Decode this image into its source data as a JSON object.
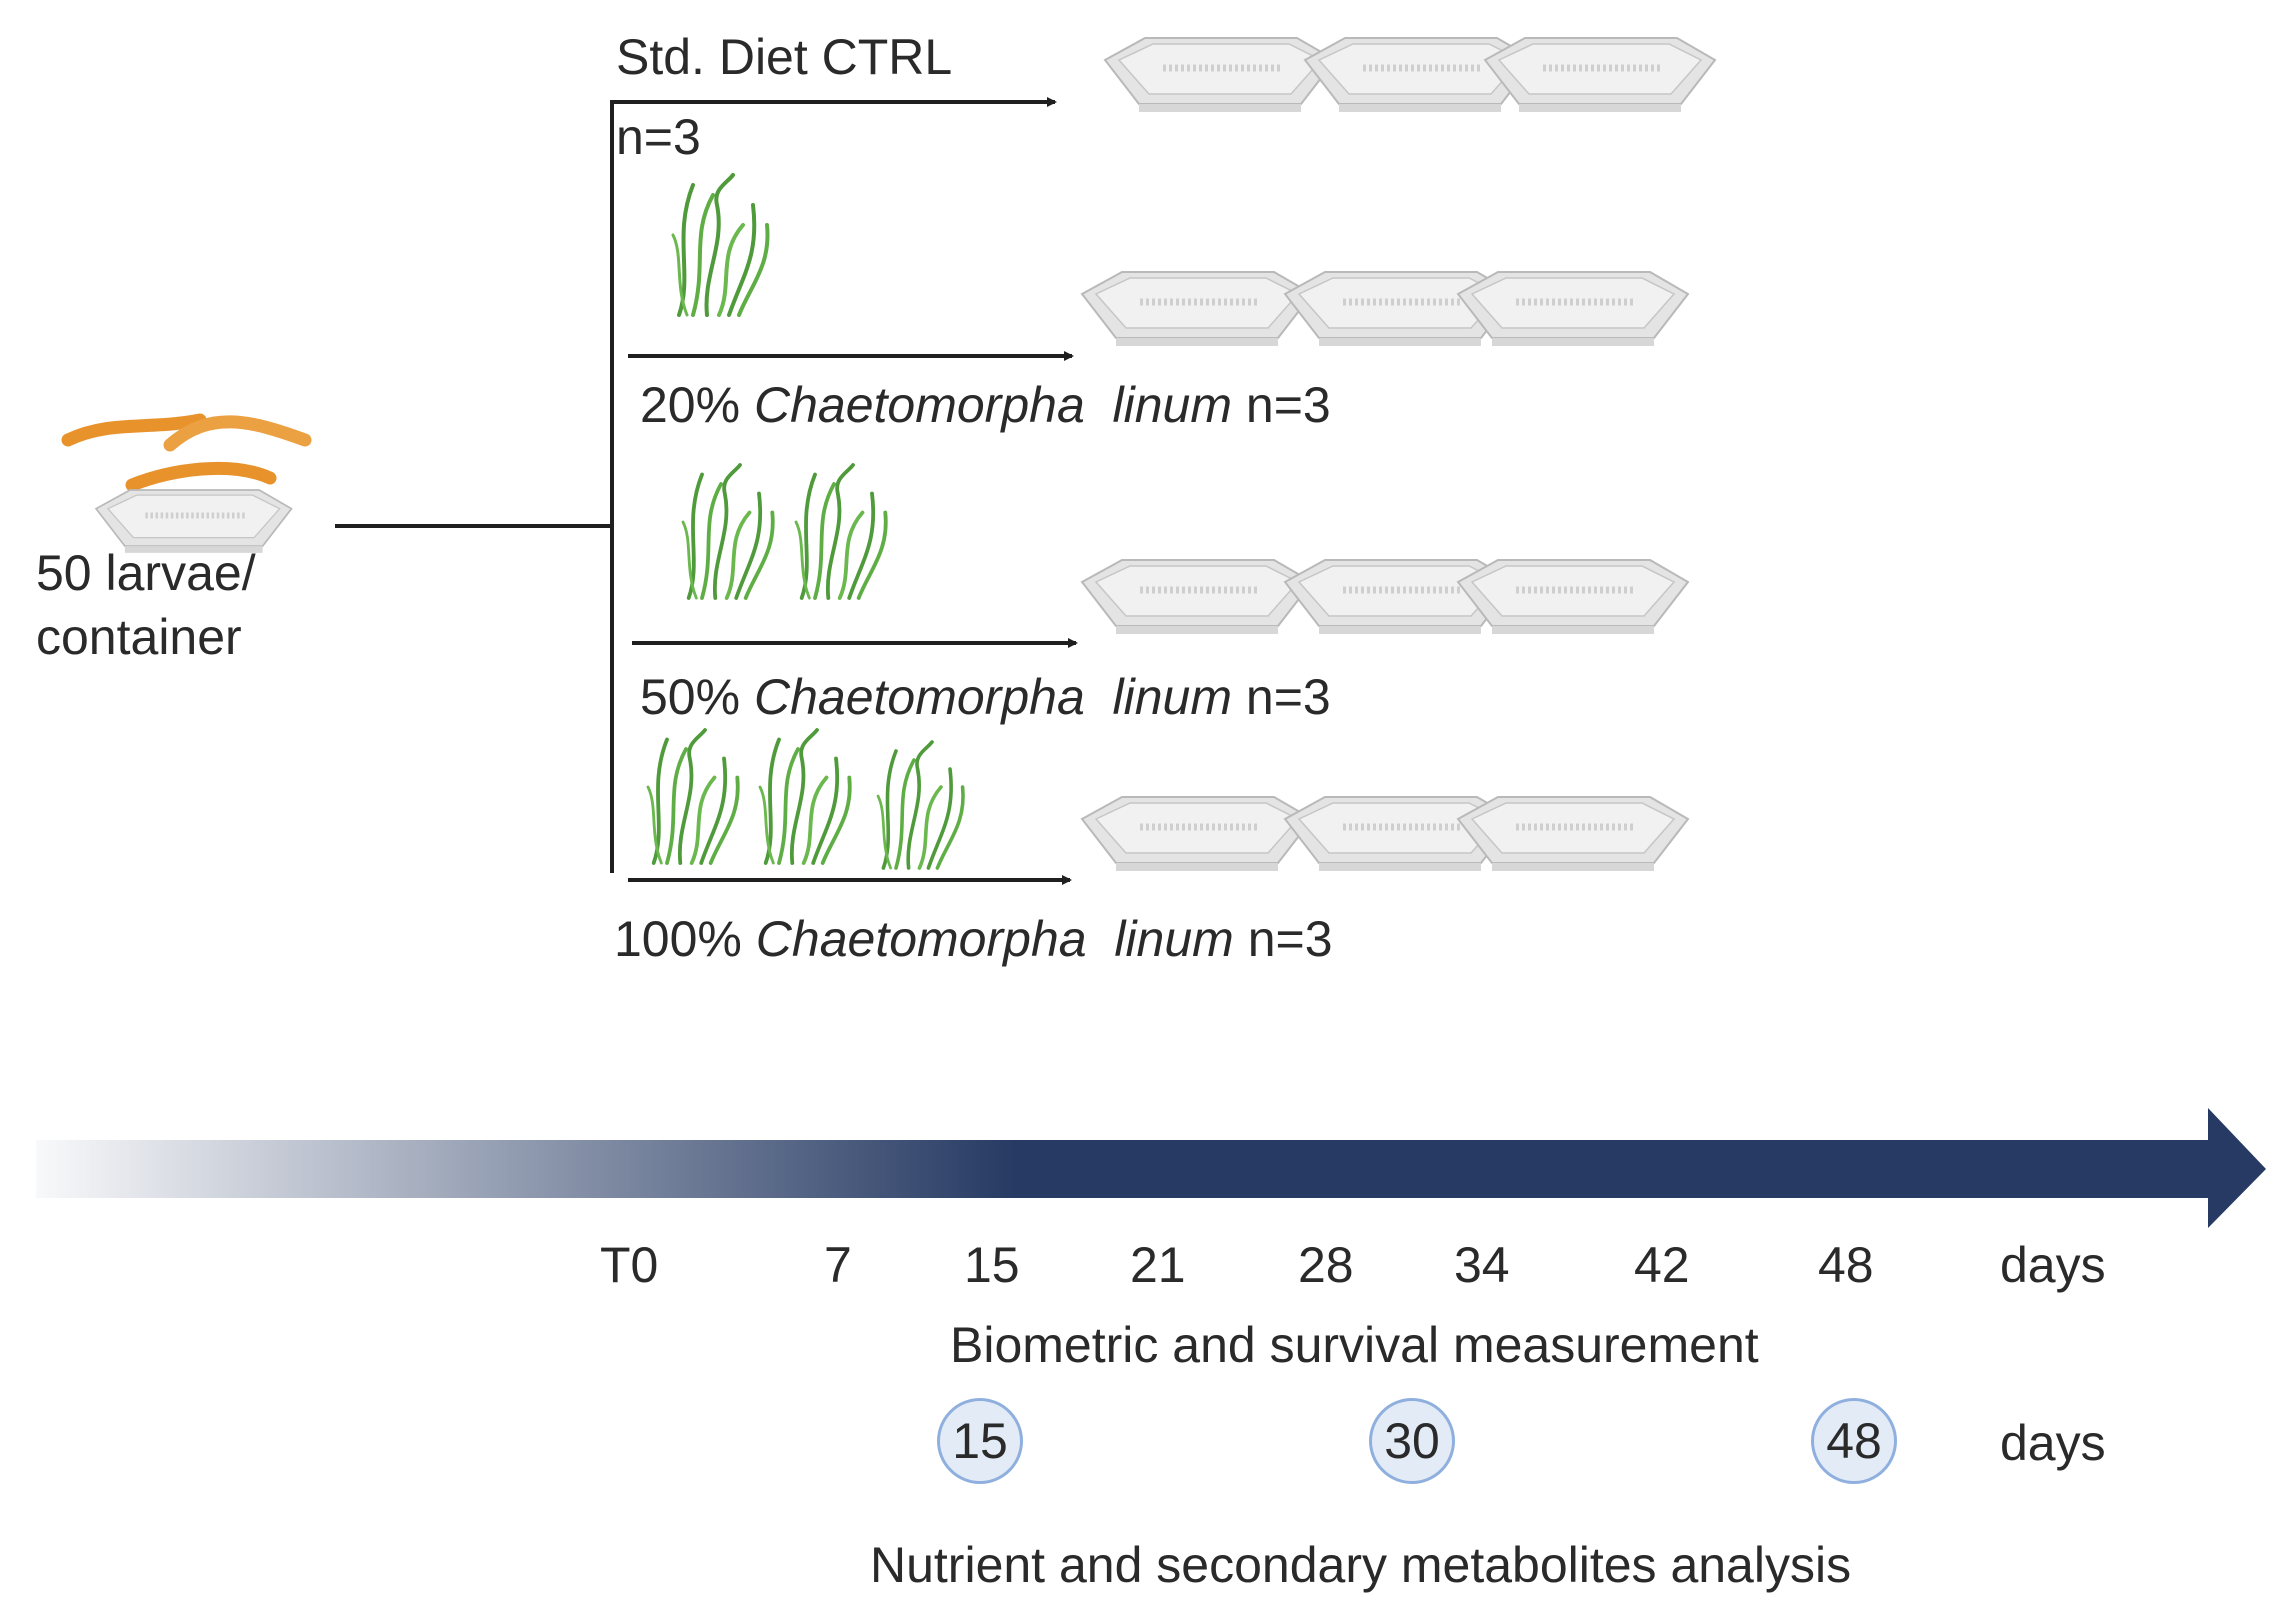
{
  "start": {
    "line1": "50 larvae/",
    "line2": "container"
  },
  "groups": [
    {
      "prefix": "Std. Diet CTRL",
      "species": "",
      "n": "n=3"
    },
    {
      "prefix": "20%",
      "species": "Chaetomorpha  linum",
      "n": "n=3"
    },
    {
      "prefix": "50%",
      "species": "Chaetomorpha  linum",
      "n": "n=3"
    },
    {
      "prefix": "100%",
      "species": "Chaetomorpha  linum",
      "n": "n=3"
    }
  ],
  "timeline": {
    "ticks": [
      "T0",
      "7",
      "15",
      "21",
      "28",
      "34",
      "42",
      "48"
    ],
    "unit": "days",
    "measurement_label": "Biometric and survival measurement",
    "analysis_days": [
      "15",
      "30",
      "48"
    ],
    "analysis_unit": "days",
    "analysis_label": "Nutrient  and secondary metabolites analysis",
    "color": "#263a63"
  },
  "colors": {
    "seaweed": "#4f9a3a",
    "larva": "#e8922b",
    "tray": "#e6e6e6"
  }
}
